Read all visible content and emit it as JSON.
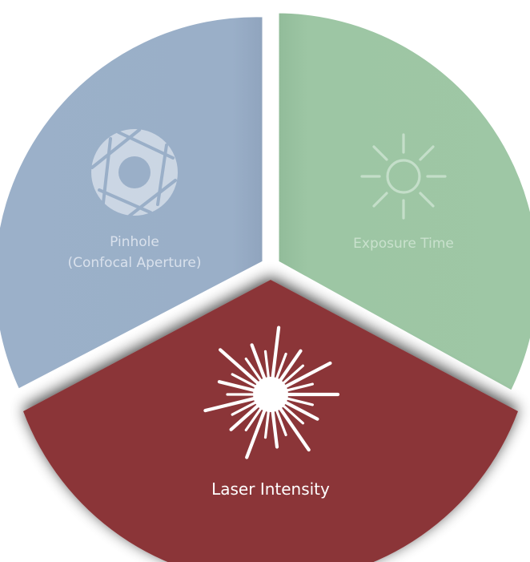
{
  "segments": [
    {
      "key": "pinhole",
      "label_lines": [
        "Pinhole",
        "(Confocal Aperture)"
      ],
      "color": "#9aafc8",
      "text_color": "#d9e1ec",
      "icon": "aperture-icon"
    },
    {
      "key": "exposure",
      "label_lines": [
        "Exposure Time"
      ],
      "color": "#9dc6a4",
      "text_color": "#c9e1cd",
      "icon": "sun-icon"
    },
    {
      "key": "laser",
      "label_lines": [
        "Laser Intensity"
      ],
      "color": "#8b3538",
      "text_color": "#ffffff",
      "icon": "laser-burst-icon"
    }
  ]
}
